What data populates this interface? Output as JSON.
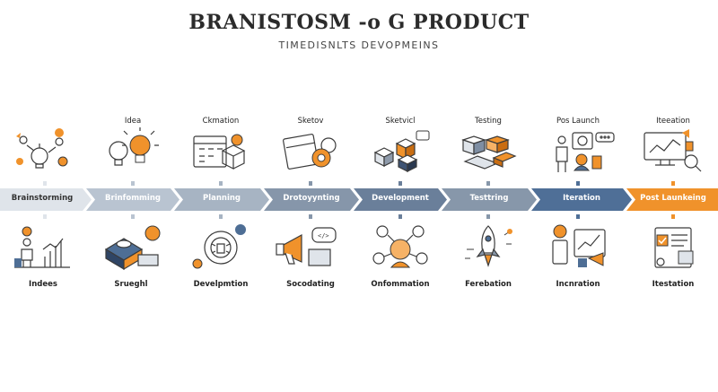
{
  "header": {
    "title": "BRANISTOSM -o G PRODUCT",
    "subtitle": "TIMEDISNLTS DEVOPMEINS"
  },
  "colors": {
    "accent_orange": "#f0922b",
    "blue_dark": "#4e6e95",
    "gray_light": "#d5dce4",
    "icon_stroke": "#3b3b3b"
  },
  "stages": [
    {
      "top_label": "",
      "bar_label": "Brainstorming",
      "bottom_label": "Indees",
      "bar_color": "#dfe4ea",
      "label_dark": true,
      "top_icon": "bulb-people-icon",
      "bottom_icon": "chart-person-icon"
    },
    {
      "top_label": "Idea",
      "bar_label": "Brinfomming",
      "bottom_label": "Srueghl",
      "bar_color": "#b9c4d1",
      "label_dark": false,
      "top_icon": "lightbulbs-icon",
      "bottom_icon": "money-stack-icon"
    },
    {
      "top_label": "Ckmation",
      "bar_label": "Planning",
      "bottom_label": "Develpmtion",
      "bar_color": "#a7b4c3",
      "label_dark": false,
      "top_icon": "calendar-box-icon",
      "bottom_icon": "target-bug-icon"
    },
    {
      "top_label": "Sketov",
      "bar_label": "Drotoyynting",
      "bottom_label": "Socodating",
      "bar_color": "#8696aa",
      "label_dark": false,
      "top_icon": "calendar-gears-icon",
      "bottom_icon": "megaphone-code-icon"
    },
    {
      "top_label": "Sketvicl",
      "bar_label": "Development",
      "bottom_label": "Onfommation",
      "bar_color": "#6a7f9a",
      "label_dark": false,
      "top_icon": "cubes-icon",
      "bottom_icon": "team-network-icon"
    },
    {
      "top_label": "Testing",
      "bar_label": "Testtring",
      "bottom_label": "Ferebation",
      "bar_color": "#8797aa",
      "label_dark": false,
      "top_icon": "isometric-blocks-icon",
      "bottom_icon": "rocket-icon"
    },
    {
      "top_label": "Pos Launch",
      "bar_label": "Iteration",
      "bottom_label": "Incnration",
      "bar_color": "#4f6f97",
      "label_dark": false,
      "top_icon": "presenter-chat-icon",
      "bottom_icon": "analytics-phone-icon"
    },
    {
      "top_label": "Iteeation",
      "bar_label": "Post Launkeing",
      "bottom_label": "Itestation",
      "bar_color": "#f0922b",
      "label_dark": false,
      "top_icon": "monitor-search-icon",
      "bottom_icon": "document-check-icon"
    }
  ]
}
